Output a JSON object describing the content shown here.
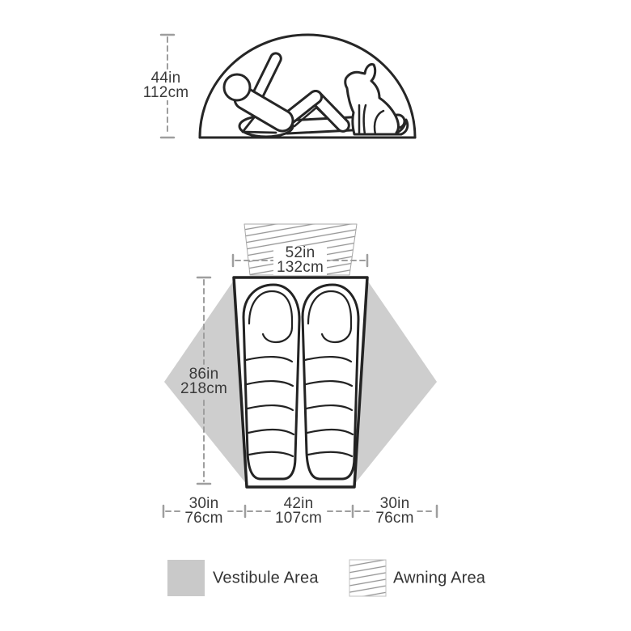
{
  "profile": {
    "height": {
      "line1": "44in",
      "line2": "112cm"
    }
  },
  "floorplan": {
    "top_width": {
      "line1": "52in",
      "line2": "132cm"
    },
    "length": {
      "line1": "86in",
      "line2": "218cm"
    },
    "bottom_left": {
      "line1": "30in",
      "line2": "76cm"
    },
    "bottom_center": {
      "line1": "42in",
      "line2": "107cm"
    },
    "bottom_right": {
      "line1": "30in",
      "line2": "76cm"
    }
  },
  "legend": {
    "vestibule": "Vestibule Area",
    "awning": "Awning Area"
  },
  "icons": {
    "person": "person-icon",
    "dog": "dog-icon",
    "vestibule_swatch": "vestibule-swatch",
    "awning_swatch": "awning-swatch"
  },
  "colors": {
    "outline": "#262626",
    "dimension_line": "#9e9e9e",
    "text": "#3a3a3a",
    "vestibule_fill": "#cecece",
    "hatch_line": "#949494",
    "background": "#ffffff"
  }
}
